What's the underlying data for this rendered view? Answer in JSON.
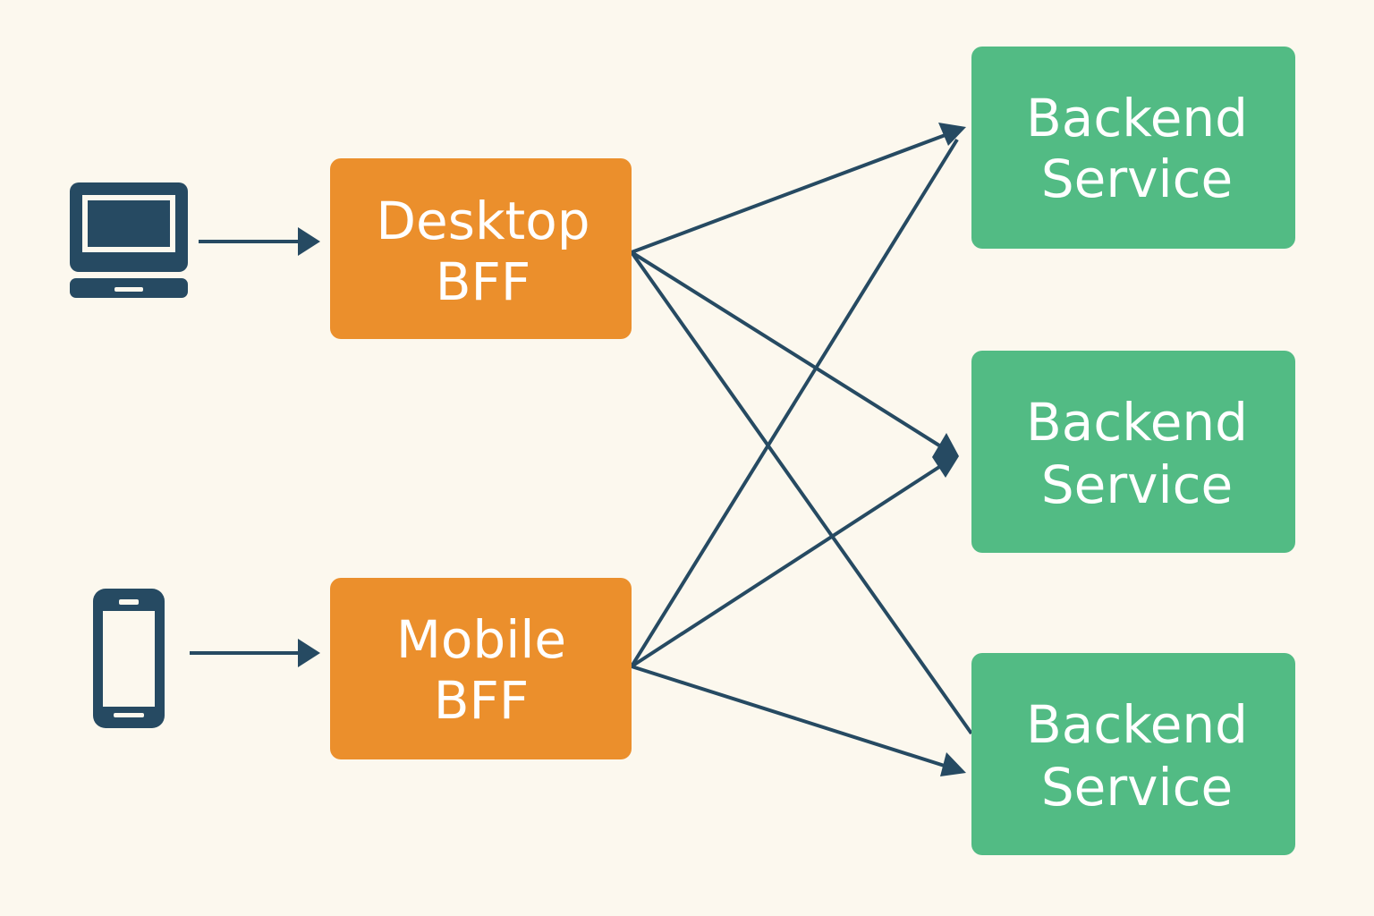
{
  "colors": {
    "background": "#fcf8ee",
    "bff_fill": "#eb8f2c",
    "service_fill": "#52bb84",
    "line": "#264a62",
    "label_text": "#ffffff"
  },
  "clients": [
    {
      "id": "desktop",
      "icon": "laptop-icon"
    },
    {
      "id": "mobile",
      "icon": "mobile-phone-icon"
    }
  ],
  "bffs": [
    {
      "id": "desktop-bff",
      "line1": "Desktop",
      "line2": "BFF"
    },
    {
      "id": "mobile-bff",
      "line1": "Mobile",
      "line2": "BFF"
    }
  ],
  "services": [
    {
      "id": "service-1",
      "line1": "Backend",
      "line2": "Service"
    },
    {
      "id": "service-2",
      "line1": "Backend",
      "line2": "Service"
    },
    {
      "id": "service-3",
      "line1": "Backend",
      "line2": "Service"
    }
  ],
  "edges": [
    {
      "from": "desktop",
      "to": "desktop-bff"
    },
    {
      "from": "mobile",
      "to": "mobile-bff"
    },
    {
      "from": "desktop-bff",
      "to": "service-1"
    },
    {
      "from": "desktop-bff",
      "to": "service-2"
    },
    {
      "from": "desktop-bff",
      "to": "service-3"
    },
    {
      "from": "mobile-bff",
      "to": "service-1"
    },
    {
      "from": "mobile-bff",
      "to": "service-2"
    },
    {
      "from": "mobile-bff",
      "to": "service-3"
    }
  ]
}
